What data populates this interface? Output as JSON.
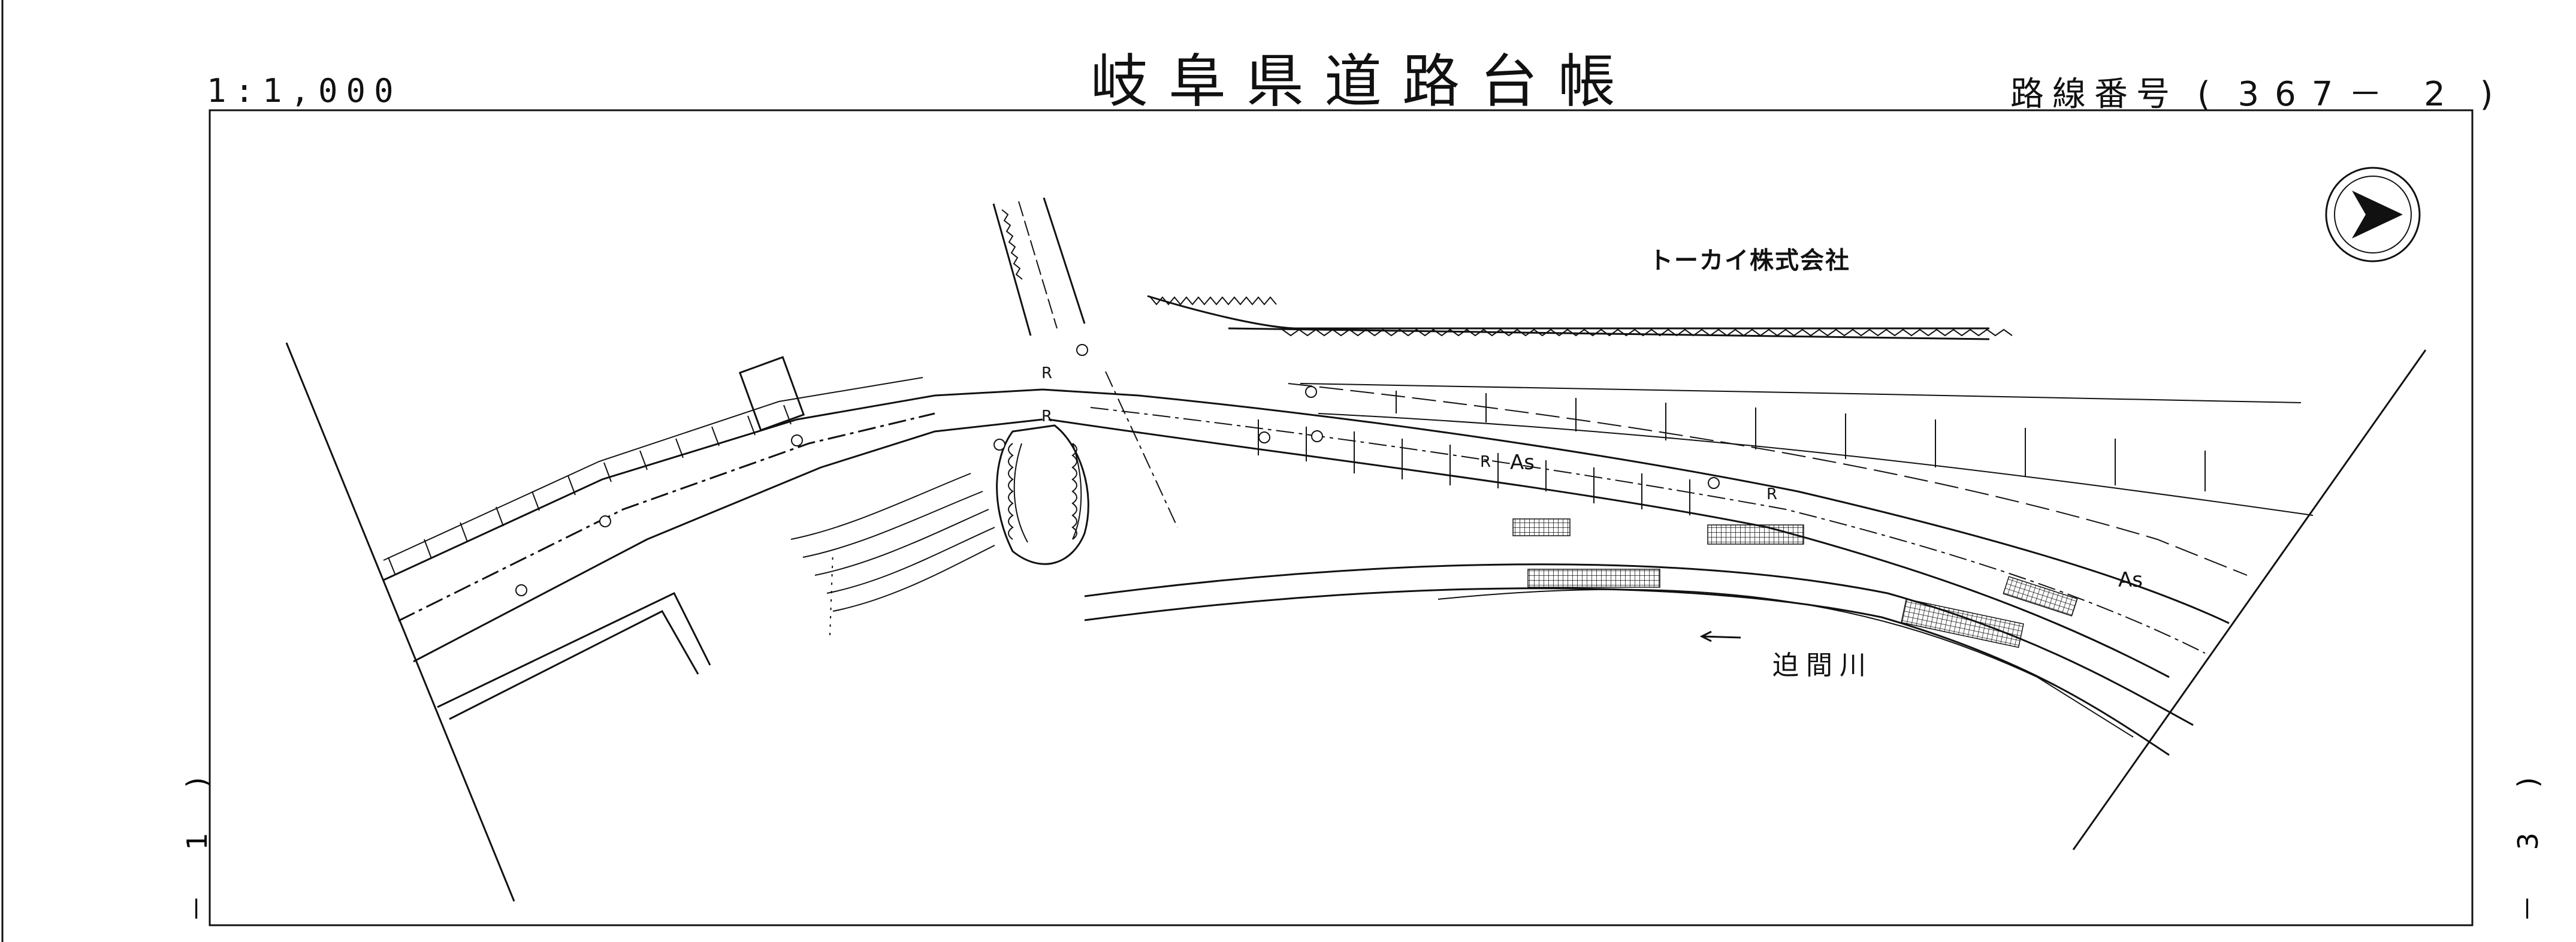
{
  "header": {
    "title": "岐阜県道路台帳",
    "scale": "1:1,000",
    "route_label": "路線番号",
    "route_open": "(",
    "route_number": "367－ 2",
    "route_close": ")"
  },
  "map": {
    "company_label": "トーカイ株式会社",
    "river_label": "迫間川",
    "surface_labels": [
      "As",
      "As"
    ],
    "r_labels": [
      "R",
      "R",
      "R",
      "R"
    ],
    "north_arrow": "north-arrow-icon"
  },
  "sheet_links": {
    "left": "－ 1 )",
    "right": "－ 3 )"
  },
  "colors": {
    "ink": "#111111",
    "paper": "#ffffff"
  }
}
